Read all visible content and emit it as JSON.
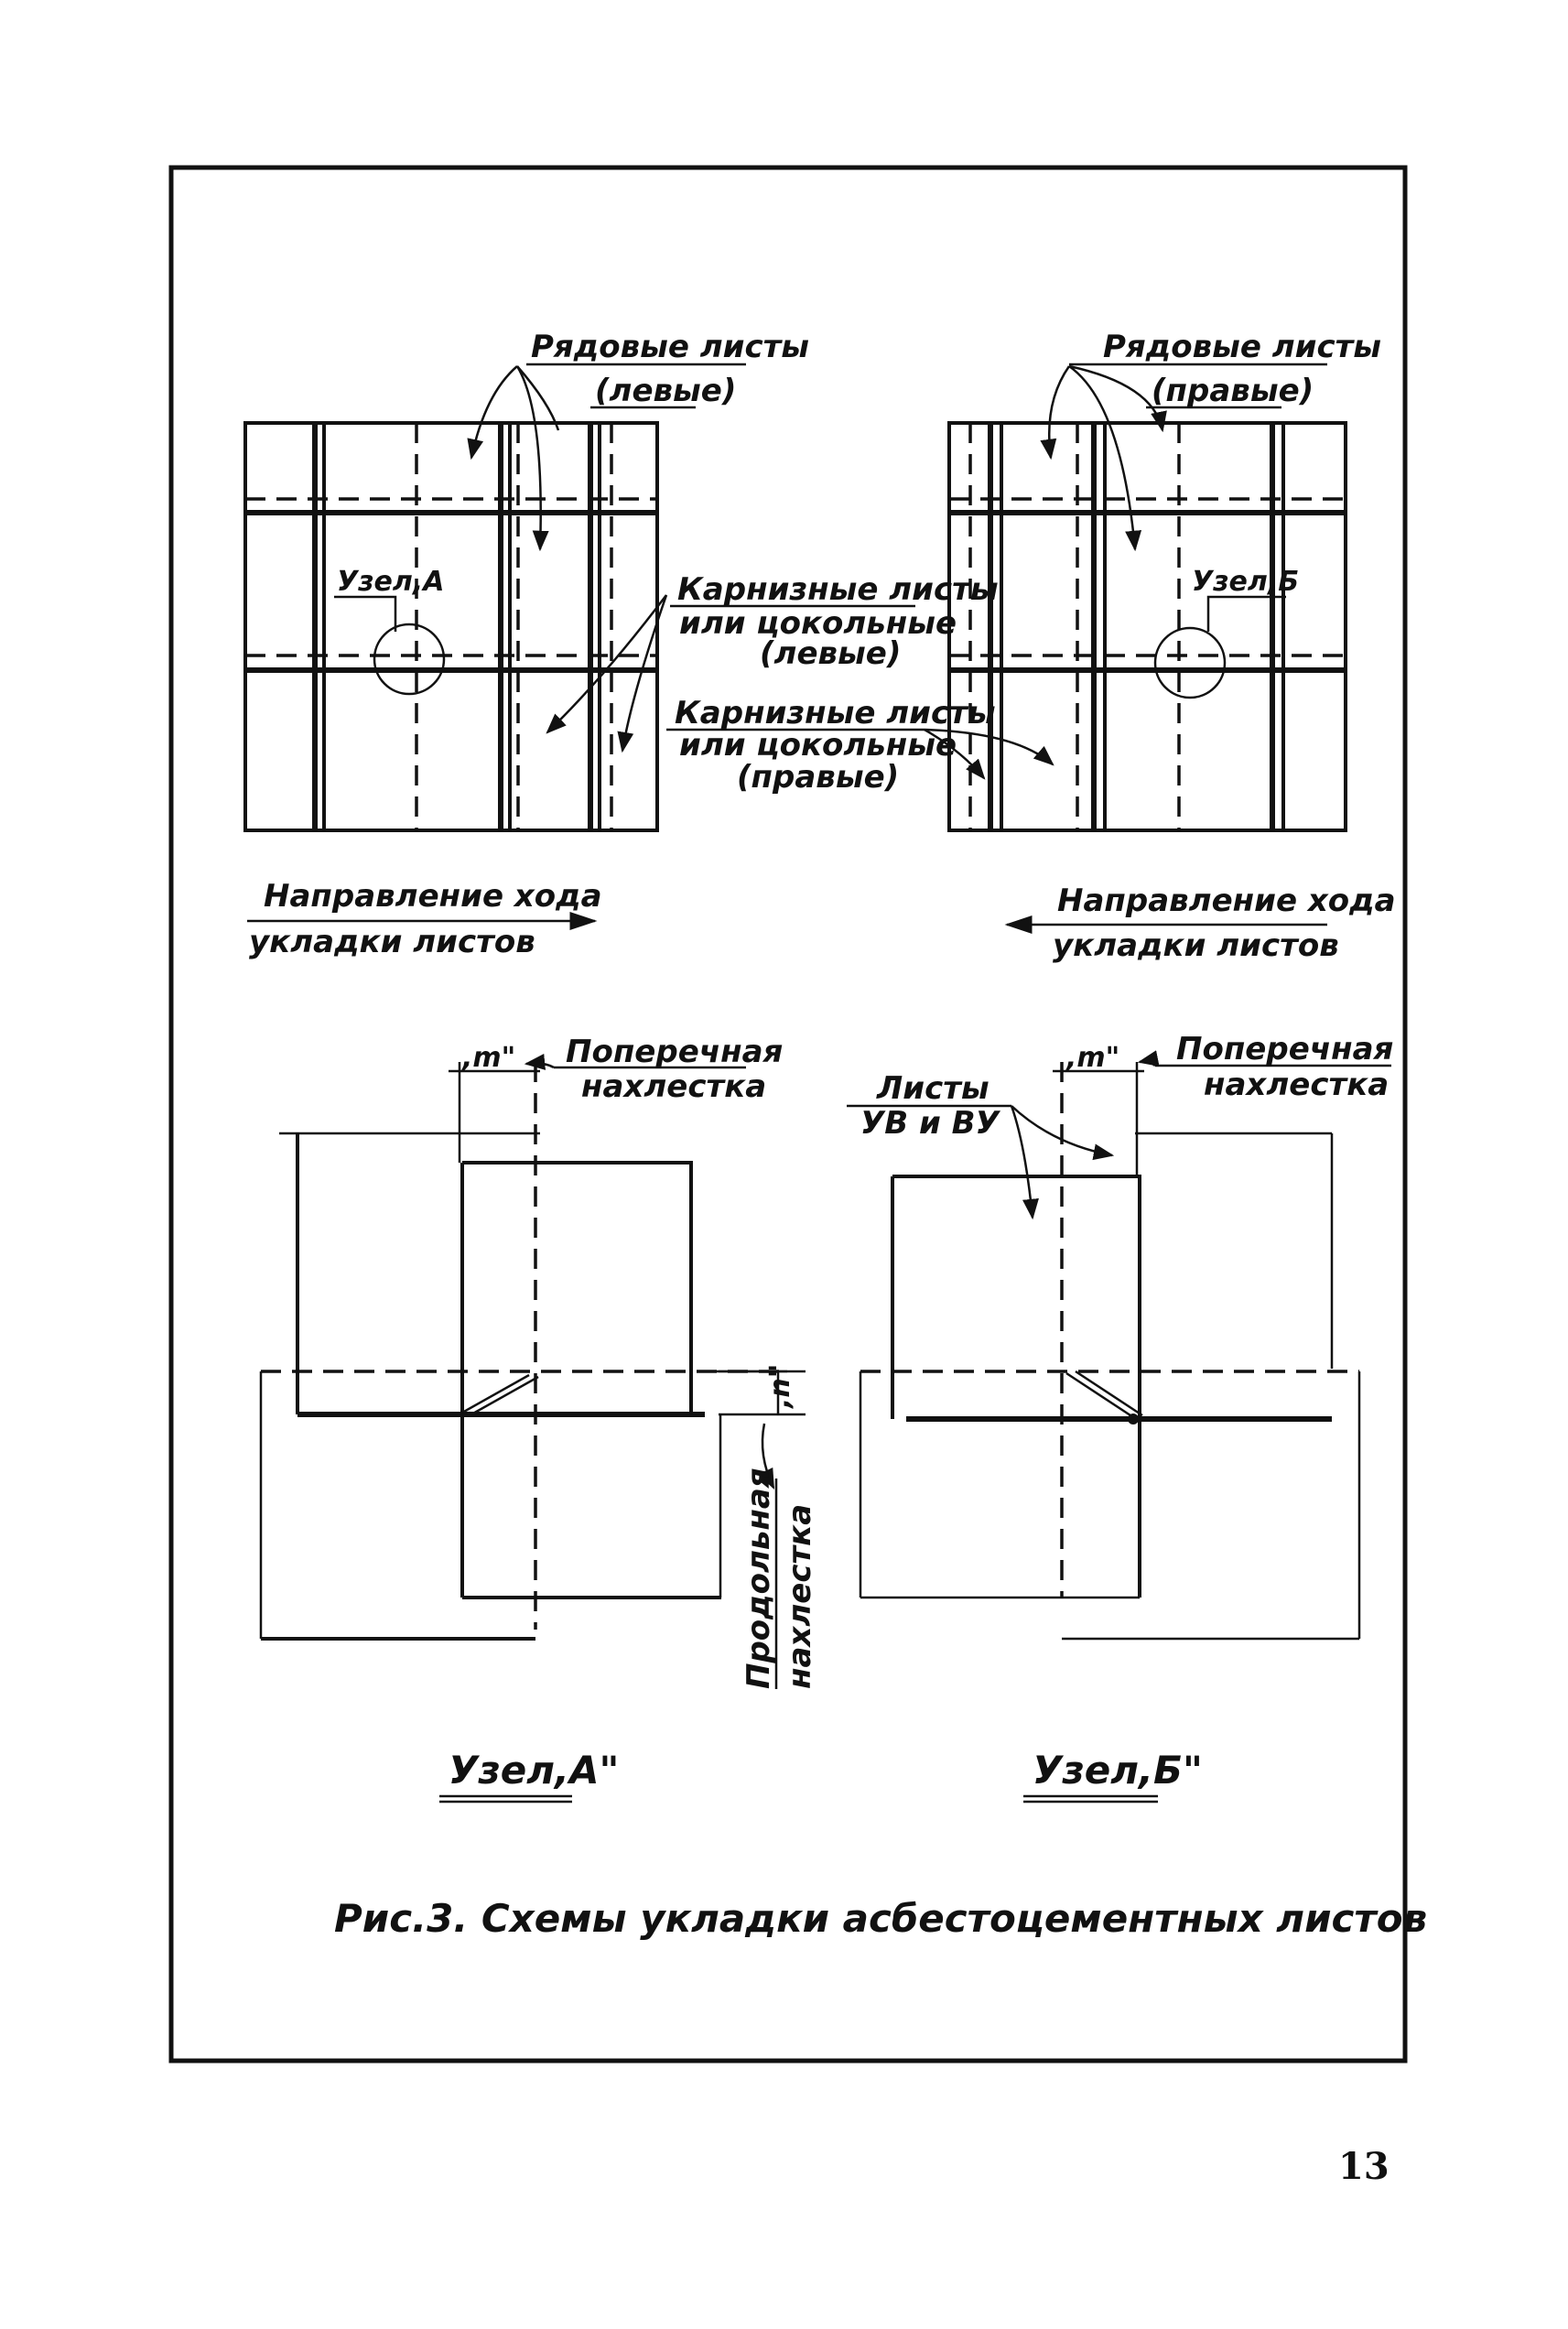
{
  "labels": {
    "row_sheets_left": "Рядовые листы",
    "row_sheets_left_sub": "(левые)",
    "row_sheets_right": "Рядовые листы",
    "row_sheets_right_sub": "(правые)",
    "node_a_tag": "Узел,А",
    "node_b_tag": "Узел,Б",
    "eave_left_1": "Карнизные листы",
    "eave_left_2": "или цокольные",
    "eave_left_3": "(левые)",
    "eave_right_1": "Карнизные листы",
    "eave_right_2": "или цокольные",
    "eave_right_3": "(правые)",
    "dir_left_1": "Направление хода",
    "dir_left_2": "укладки листов",
    "dir_right_1": "Направление хода",
    "dir_right_2": "укладки листов",
    "m_left": ",m\"",
    "m_right": ",m\"",
    "cross_overlap_left_1": "Поперечная",
    "cross_overlap_left_2": "нахлестка",
    "cross_overlap_right_1": "Поперечная",
    "cross_overlap_right_2": "нахлестка",
    "sheets_uv_1": "Листы",
    "sheets_uv_2": "УВ и ВУ",
    "n_label": ",n\"",
    "long_overlap_1": "Продольная",
    "long_overlap_2": "нахлестка",
    "node_a_title": "Узел,А\"",
    "node_b_title": "Узел,Б\"",
    "caption": "Рис.3. Схемы укладки асбестоцементных листов",
    "page_number": "13"
  }
}
